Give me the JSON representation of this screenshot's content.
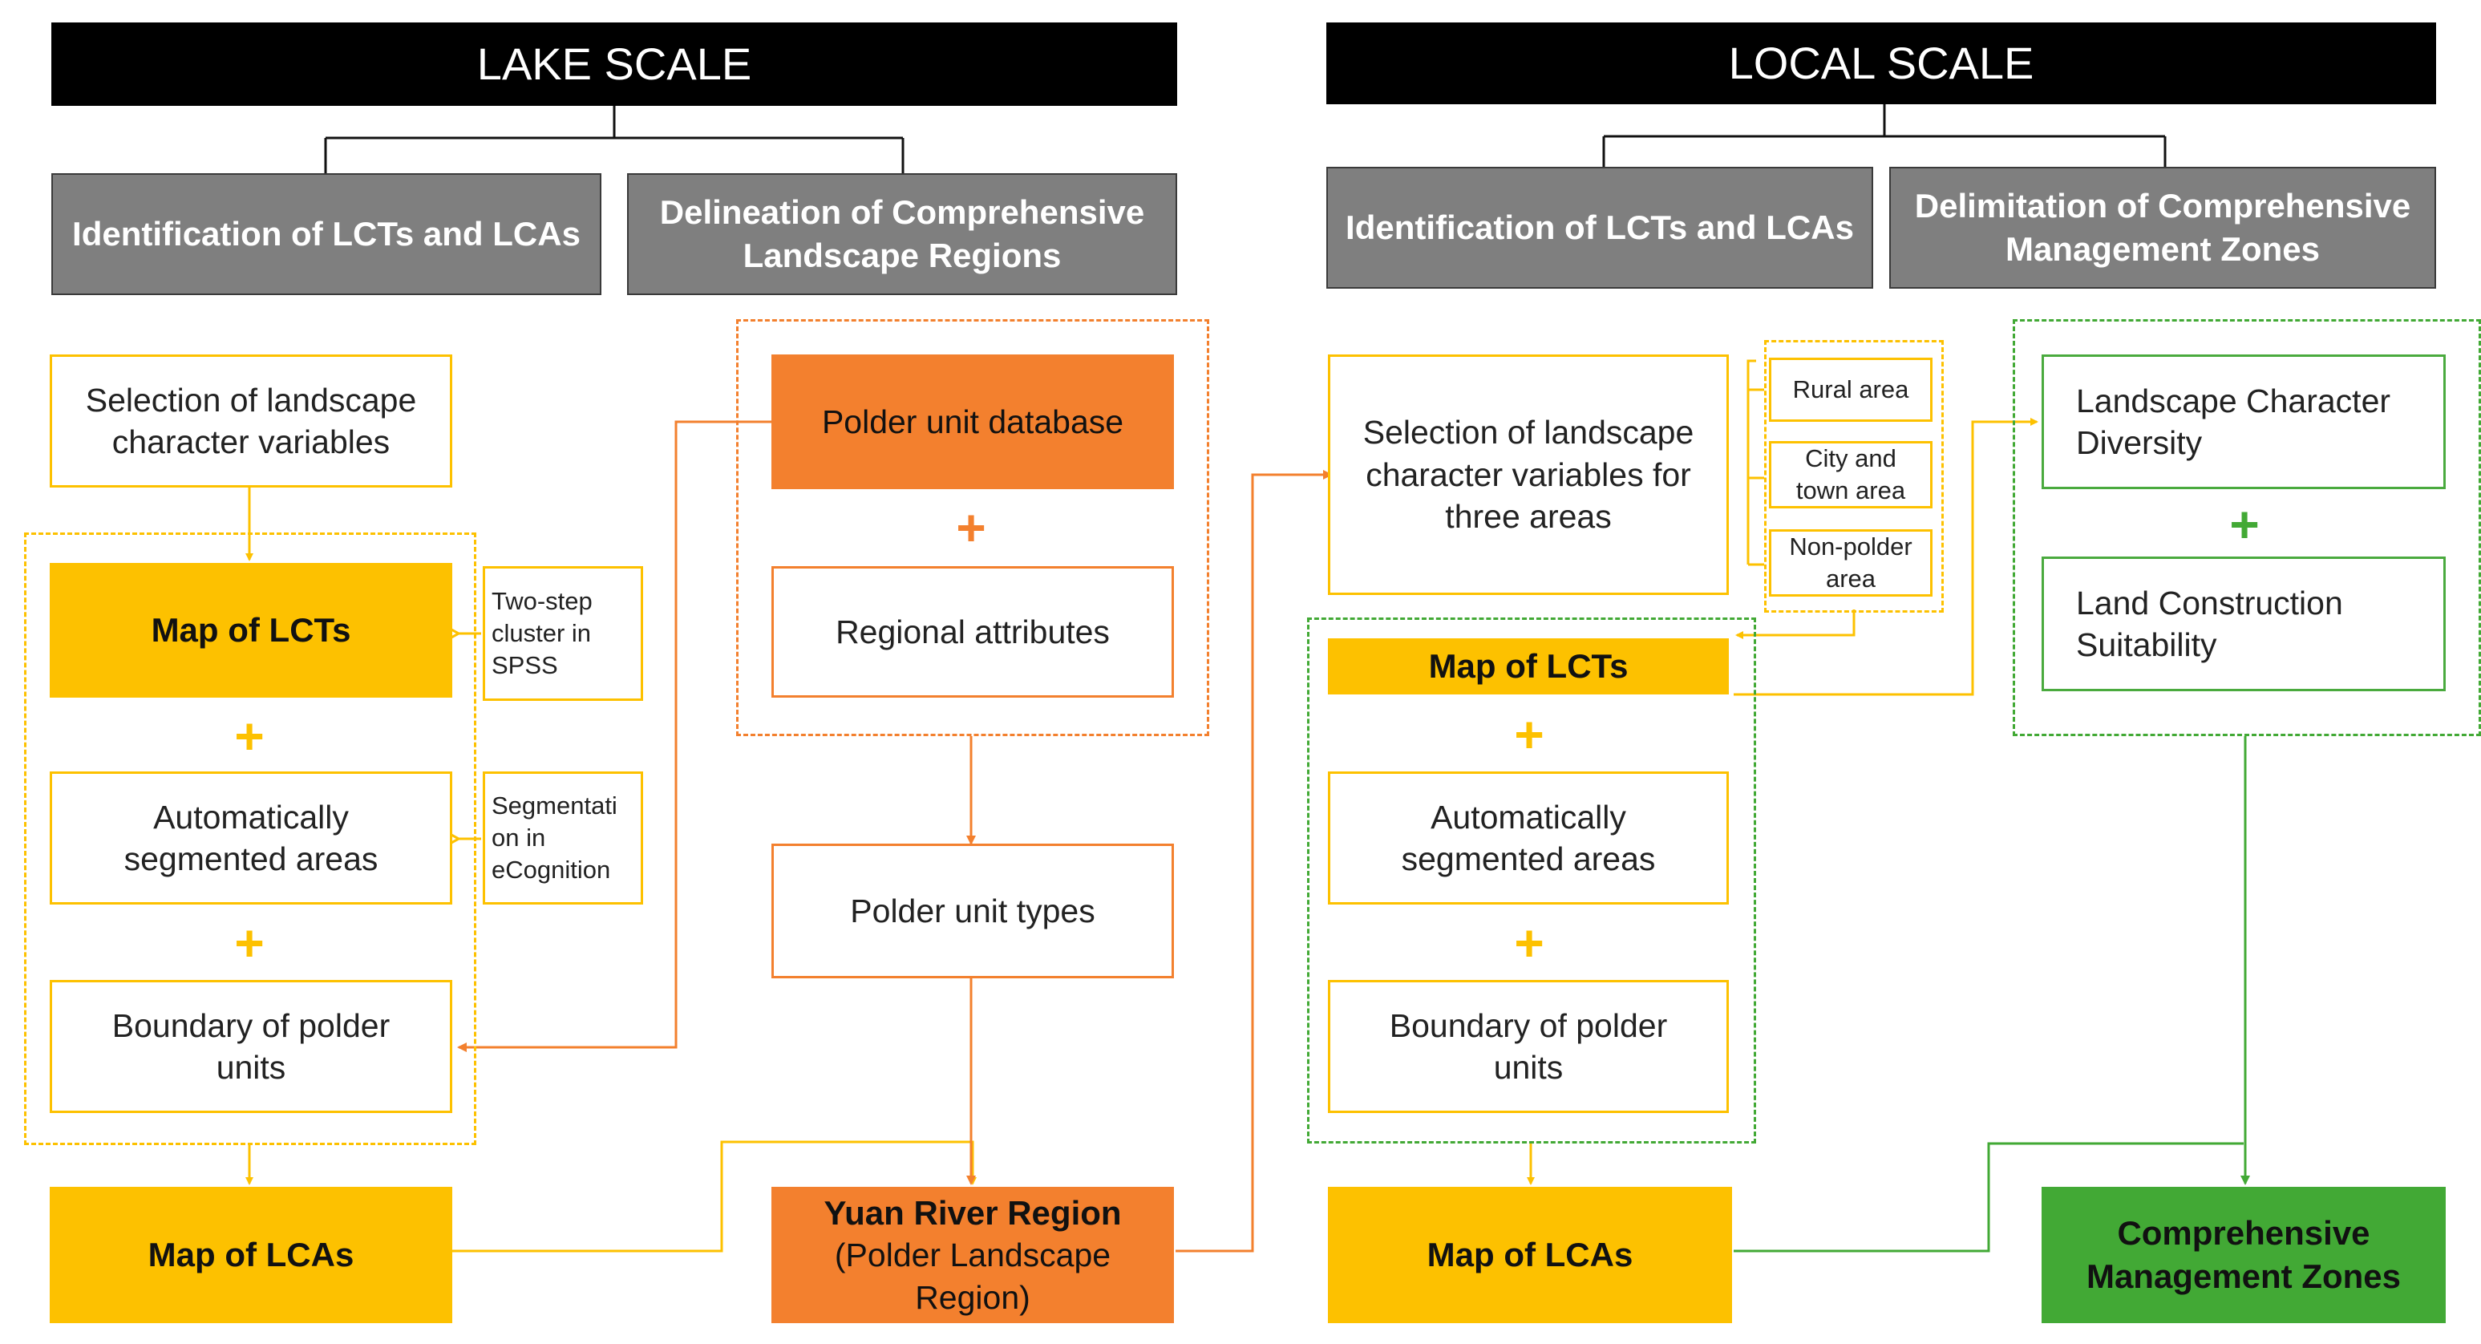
{
  "colors": {
    "yellow": "#fdc100",
    "orange": "#f3802e",
    "green": "#42a935",
    "gray": "#7f7f7f",
    "black": "#000000"
  },
  "lake": {
    "title": "LAKE SCALE",
    "identification": "Identification of LCTs and LCAs",
    "delineation": "Delineation of Comprehensive\nLandscape Regions",
    "selection": "Selection of landscape\ncharacter variables",
    "map_lcts": "Map of LCTs",
    "two_step": "Two-step\ncluster in\nSPSS",
    "auto_segmented": "Automatically\nsegmented areas",
    "segmentation": "Segmentati\non in\neCognition",
    "boundary": "Boundary of polder\nunits",
    "map_lcas": "Map of LCAs",
    "polder_db": "Polder unit database",
    "regional_attributes": "Regional attributes",
    "polder_types": "Polder unit types",
    "yuan_river_title": "Yuan River Region",
    "yuan_river_sub": "(Polder Landscape\nRegion)"
  },
  "local": {
    "title": "LOCAL SCALE",
    "identification": "Identification of LCTs and LCAs",
    "delimitation": "Delimitation of Comprehensive\nManagement Zones",
    "selection": "Selection of landscape\ncharacter variables for\nthree areas",
    "rural": "Rural area",
    "city_town": "City and\ntown area",
    "non_polder": "Non-polder\narea",
    "map_lcts": "Map of LCTs",
    "auto_segmented": "Automatically\nsegmented areas",
    "boundary": "Boundary of polder\nunits",
    "map_lcas": "Map of LCAs",
    "diversity": "Landscape Character\nDiversity",
    "suitability": "Land Construction\nSuitability",
    "management_zones": "Comprehensive\nManagement Zones"
  },
  "symbols": {
    "plus": "+"
  }
}
